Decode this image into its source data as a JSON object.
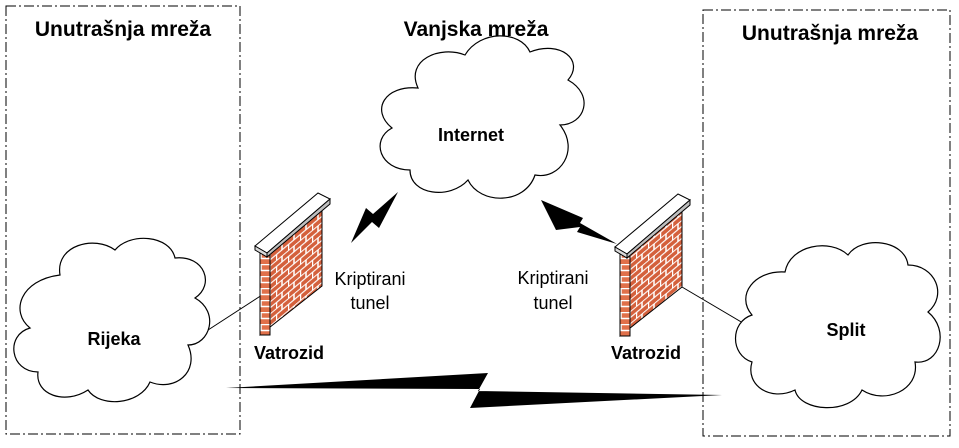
{
  "zones": {
    "left_title": "Unutrašnja mreža",
    "center_title": "Vanjska mreža",
    "right_title": "Unutrašnja mreža"
  },
  "clouds": {
    "internet": "Internet",
    "left": "Rijeka",
    "right": "Split"
  },
  "firewalls": {
    "left_label": "Vatrozid",
    "right_label": "Vatrozid"
  },
  "tunnels": {
    "left_line1": "Kriptirani",
    "left_line2": "tunel",
    "right_line1": "Kriptirani",
    "right_line2": "tunel"
  },
  "colors": {
    "brick": "#e0704a",
    "mortar": "#ffffff",
    "wall_cap": "#d9d9d9",
    "cloud_fill": "#ffffff",
    "outline": "#000000"
  }
}
